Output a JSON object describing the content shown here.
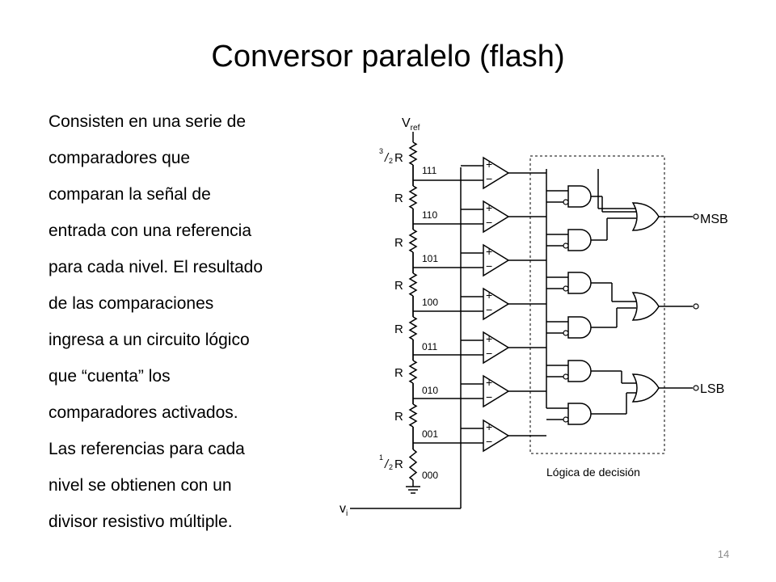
{
  "slide": {
    "title": "Conversor paralelo (flash)",
    "body_lines": [
      "Consisten en una serie de",
      "comparadores que",
      "comparan la señal de",
      "entrada con una referencia",
      "para cada nivel. El resultado",
      "de las comparaciones",
      "ingresa a un circuito lógico",
      "que “cuenta” los",
      "comparadores activados.",
      "Las referencias para cada",
      "nivel se obtienen con un",
      "divisor resistivo múltiple."
    ],
    "page_number": "14"
  },
  "diagram": {
    "vref_label": "V",
    "vref_sub": "ref",
    "vi_label": "v",
    "vi_sub": "i",
    "top_resistor": {
      "num": "3",
      "den": "2",
      "sym": "R"
    },
    "bottom_resistor": {
      "num": "1",
      "den": "2",
      "sym": "R"
    },
    "resistor_label": "R",
    "node_codes": [
      "111",
      "110",
      "101",
      "100",
      "011",
      "010",
      "001",
      "000"
    ],
    "comparator_plus": "+",
    "comparator_minus": "−",
    "output_msb": "MSB",
    "output_lsb": "LSB",
    "logic_label": "Lógica de decisión"
  }
}
